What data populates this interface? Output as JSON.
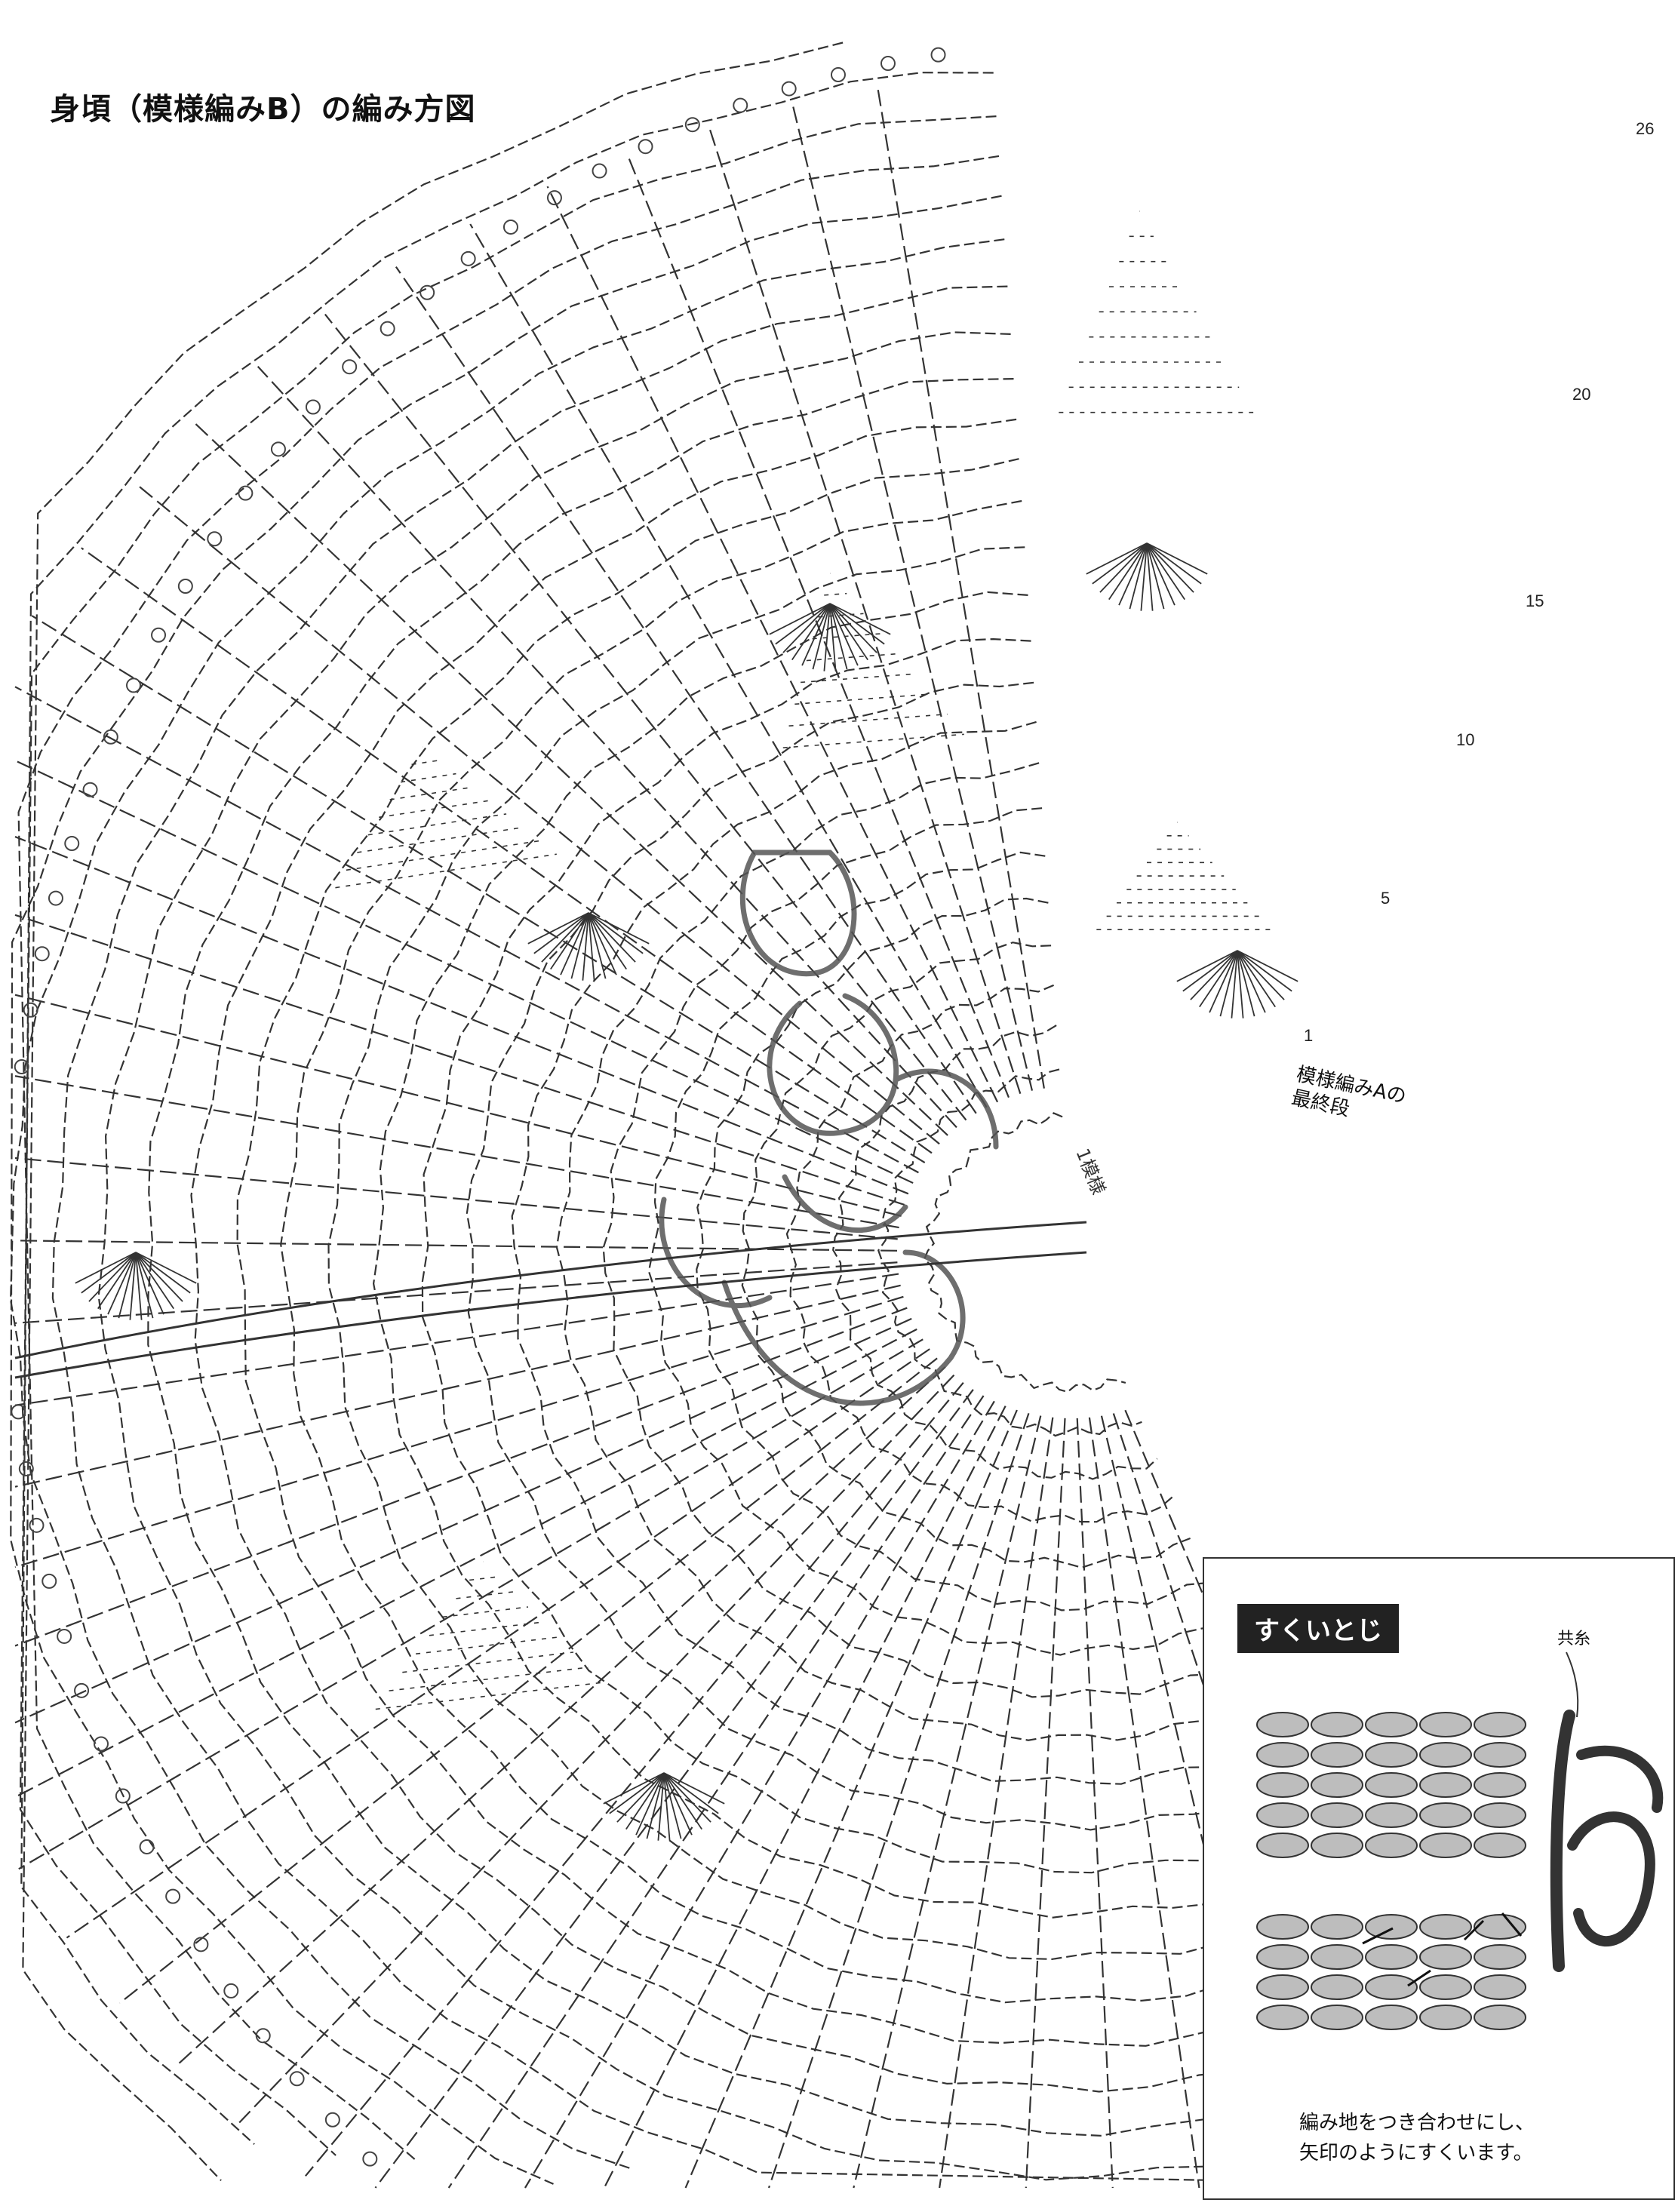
{
  "title": "身頃（模様編みB）の編み方図",
  "row_labels": [
    "26",
    "20",
    "15",
    "10",
    "5",
    "1"
  ],
  "pattern_a_label_line1": "模様編みAの",
  "pattern_a_label_line2": "最終段",
  "repeat_label": "1模様",
  "inset": {
    "title": "すくいとじ",
    "yarn_label": "共糸",
    "caption_line1": "編み地をつき合わせにし、",
    "caption_line2": "矢印のようにすくいます。"
  },
  "colors": {
    "line": "#333333",
    "overlay": "#555555",
    "accent_blue": "#6b7fb8"
  }
}
